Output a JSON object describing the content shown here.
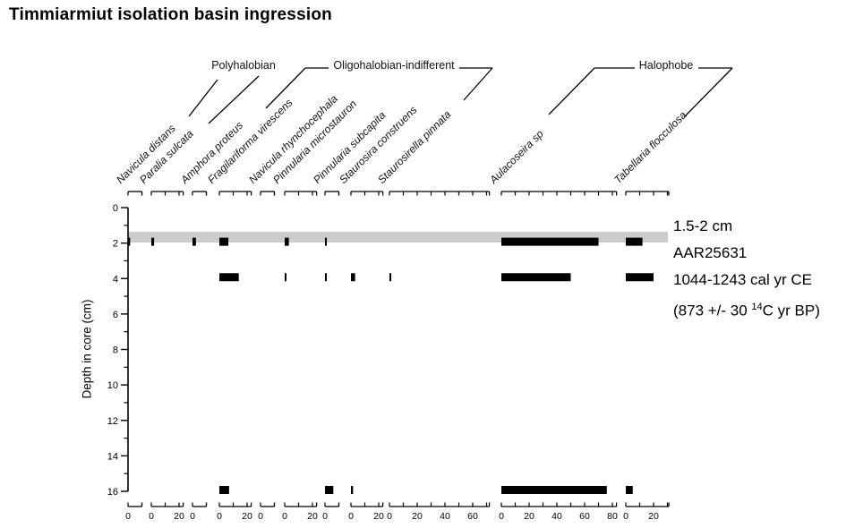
{
  "title": "Timmiarmiut isolation basin ingression",
  "y_axis": {
    "label": "Depth in core (cm)",
    "min": 0,
    "max": 16,
    "major_ticks": [
      0,
      2,
      4,
      6,
      8,
      10,
      12,
      14,
      16
    ],
    "minor_ticks": [
      1,
      3,
      5,
      7,
      9,
      11,
      13,
      15
    ]
  },
  "groups": [
    {
      "label": "Polyhalobian"
    },
    {
      "label": "Oligohalobian-indifferent"
    },
    {
      "label": "Halophobe"
    }
  ],
  "annotation": {
    "line1": "1.5-2 cm",
    "line2": "AAR25631",
    "line3": "1044-1243 cal yr CE",
    "line4_pre": "(873 +/- 30 ",
    "line4_sup": "14",
    "line4_post": "C yr BP)"
  },
  "chart_data": {
    "type": "bar",
    "subtype": "stratigraphic-abundance-diagram",
    "x_axis_units": "% abundance per species (individual mini-axes)",
    "depths_cm": [
      2,
      4,
      16
    ],
    "highlight_band": {
      "depth_from_cm": 1.5,
      "depth_to_cm": 2.0
    },
    "series": [
      {
        "name": "Navicula distans",
        "group": "Polyhalobian",
        "axis_max": 10,
        "axis_labels": [
          0
        ],
        "values": [
          1.5,
          0,
          0
        ]
      },
      {
        "name": "Paralia sulcata",
        "group": "Polyhalobian",
        "axis_max": 23,
        "axis_labels": [
          0,
          20
        ],
        "values": [
          2,
          0,
          0
        ]
      },
      {
        "name": "Amphora proteus",
        "group": "Oligohalobian-indifferent",
        "axis_max": 10,
        "axis_labels": [
          0
        ],
        "values": [
          2.5,
          0,
          0
        ]
      },
      {
        "name": "Fragilariforma virescens",
        "group": "Oligohalobian-indifferent",
        "axis_max": 23,
        "axis_labels": [
          0,
          20
        ],
        "values": [
          6.5,
          14,
          7
        ]
      },
      {
        "name": "Navicula rhynchocephala",
        "group": "Oligohalobian-indifferent",
        "axis_max": 10,
        "axis_labels": [
          0
        ],
        "values": [
          0,
          0,
          0
        ]
      },
      {
        "name": "Pinnularia microstauron",
        "group": "Oligohalobian-indifferent",
        "axis_max": 23,
        "axis_labels": [
          0,
          20
        ],
        "values": [
          3,
          1,
          0
        ]
      },
      {
        "name": "Pinnularia subcapita",
        "group": "Oligohalobian-indifferent",
        "axis_max": 10,
        "axis_labels": [
          0
        ],
        "values": [
          1,
          1,
          6
        ]
      },
      {
        "name": "Staurosira construens",
        "group": "Oligohalobian-indifferent",
        "axis_max": 23,
        "axis_labels": [
          0,
          20
        ],
        "values": [
          0,
          3,
          1.5
        ]
      },
      {
        "name": "Staurosirella pinnata",
        "group": "Oligohalobian-indifferent",
        "axis_max": 72,
        "axis_labels": [
          0,
          20,
          40,
          60
        ],
        "values": [
          0,
          1,
          0
        ]
      },
      {
        "name": "Aulacoseira sp",
        "group": "Halophobe",
        "axis_max": 83,
        "axis_labels": [
          0,
          20,
          40,
          60,
          80
        ],
        "values": [
          70,
          50,
          76
        ]
      },
      {
        "name": "Tabellaria flocculosa",
        "group": "Halophobe",
        "axis_max": 31,
        "axis_labels": [
          0,
          20
        ],
        "values": [
          12,
          20,
          5
        ]
      }
    ]
  },
  "colors": {
    "bar": "#000000",
    "band": "#cccccc",
    "axis": "#000000"
  }
}
